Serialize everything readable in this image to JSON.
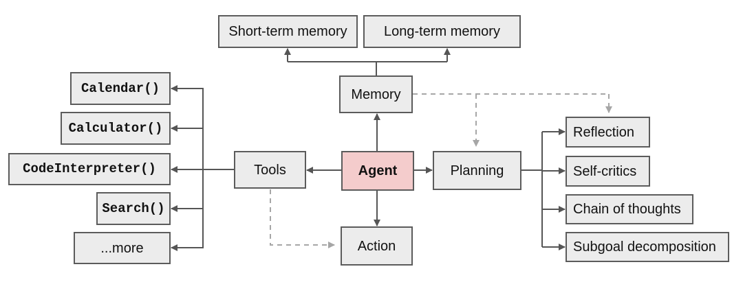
{
  "diagram": {
    "agent": {
      "label": "Agent"
    },
    "memory": {
      "label": "Memory"
    },
    "short_term_memory": {
      "label": "Short-term memory"
    },
    "long_term_memory": {
      "label": "Long-term memory"
    },
    "tools": {
      "label": "Tools"
    },
    "tool_items": [
      {
        "label": "Calendar()"
      },
      {
        "label": "Calculator()"
      },
      {
        "label": "CodeInterpreter()"
      },
      {
        "label": "Search()"
      },
      {
        "label": "...more"
      }
    ],
    "planning": {
      "label": "Planning"
    },
    "planning_items": [
      {
        "label": "Reflection"
      },
      {
        "label": "Self-critics"
      },
      {
        "label": "Chain of thoughts"
      },
      {
        "label": "Subgoal decomposition"
      }
    ],
    "action": {
      "label": "Action"
    },
    "colors": {
      "background": "#ffffff",
      "node_fill": "#ececec",
      "node_border": "#5b5b5b",
      "agent_fill": "#f4cccc",
      "text": "#111111",
      "solid_connector": "#555555",
      "dashed_connector": "#a6a6a6"
    }
  }
}
